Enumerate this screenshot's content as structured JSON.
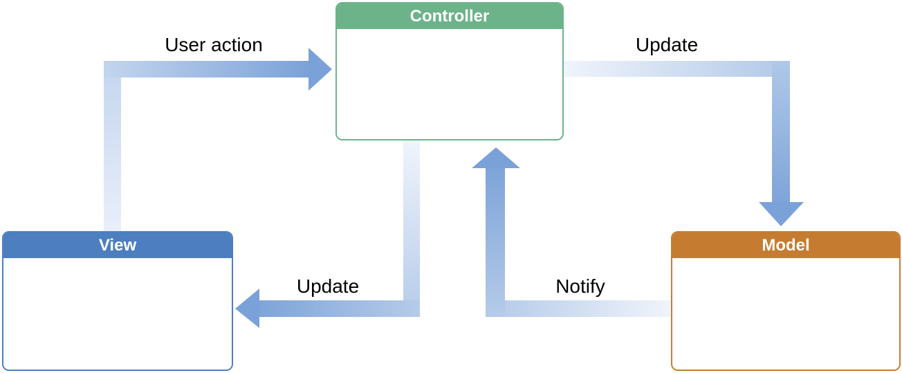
{
  "diagram": {
    "type": "architecture-flow",
    "pattern": "Model-View-Controller",
    "background": "#ffffff"
  },
  "nodes": [
    {
      "id": "controller",
      "label": "Controller",
      "header_color": "#6db38a",
      "body_color": "#ffffff",
      "position": "top-center"
    },
    {
      "id": "view",
      "label": "View",
      "header_color": "#4d7ec0",
      "body_color": "#ffffff",
      "position": "bottom-left"
    },
    {
      "id": "model",
      "label": "Model",
      "header_color": "#c67c30",
      "body_color": "#ffffff",
      "position": "bottom-right"
    }
  ],
  "arrows": [
    {
      "id": "user-action",
      "label": "User action",
      "from": "view",
      "to": "controller",
      "direction_at_head": "right"
    },
    {
      "id": "update-model",
      "label": "Update",
      "from": "controller",
      "to": "model",
      "direction_at_head": "down"
    },
    {
      "id": "update-view",
      "label": "Update",
      "from": "controller",
      "to": "view",
      "direction_at_head": "left"
    },
    {
      "id": "notify",
      "label": "Notify",
      "from": "model",
      "to": "controller",
      "direction_at_head": "up"
    }
  ],
  "colors": {
    "arrow_head": "#7ba2d8",
    "arrow_mid": "#b5cbe9",
    "arrow_light": "#f0f4fb",
    "label_text": "#000000",
    "node_title_text": "#ffffff"
  }
}
